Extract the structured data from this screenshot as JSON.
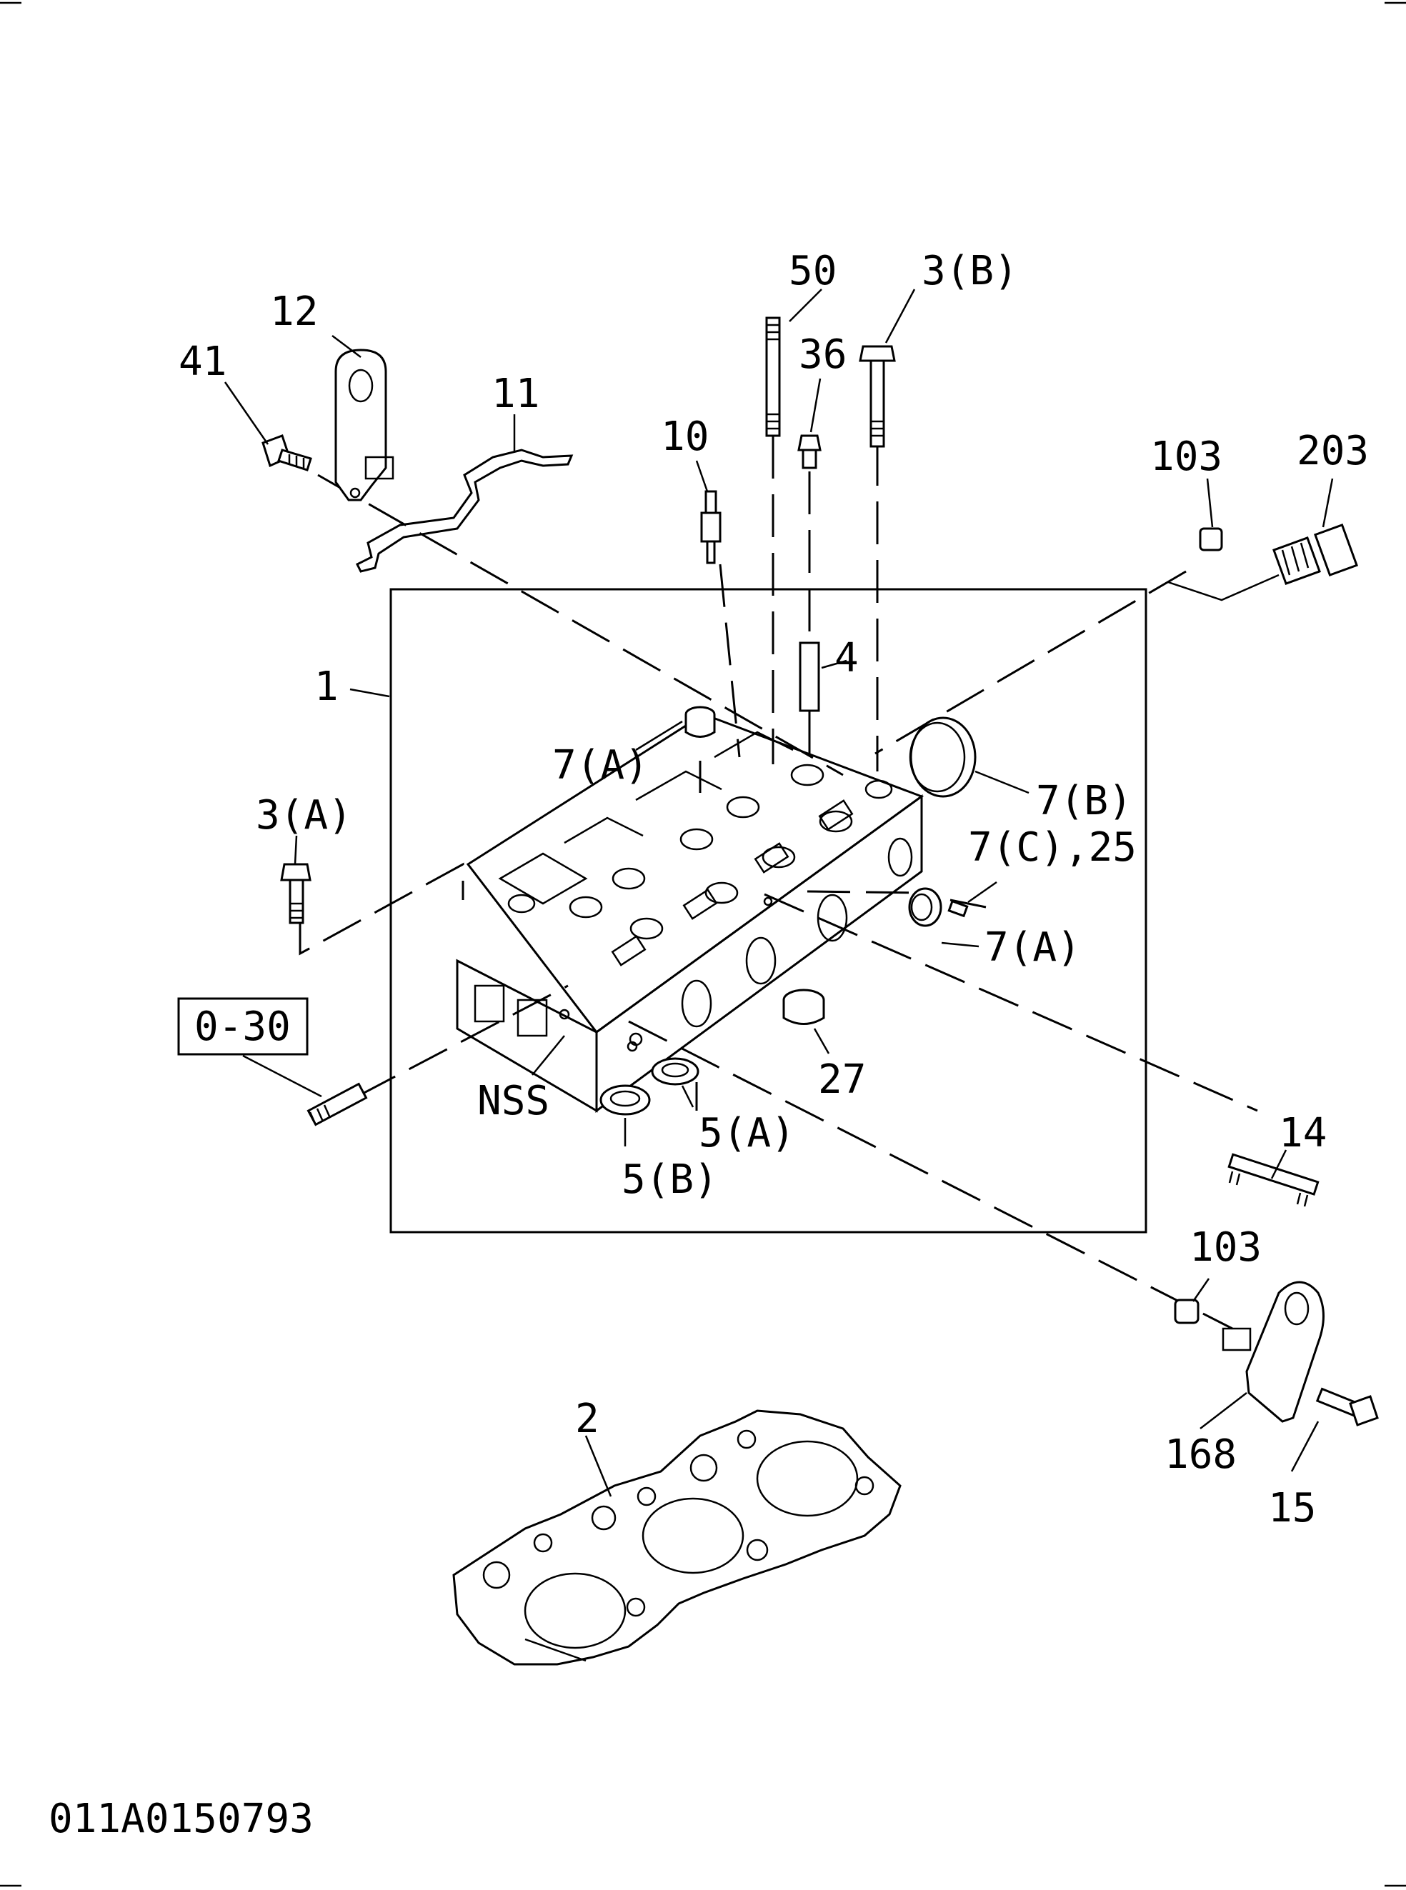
{
  "drawing": {
    "drawing_number": "011A0150793",
    "reference_box_label": "0-30",
    "callouts": {
      "p50": "50",
      "p3b": "3(B)",
      "p36": "36",
      "p12": "12",
      "p41": "41",
      "p11": "11",
      "p10": "10",
      "p103_top": "103",
      "p203": "203",
      "p4": "4",
      "p1": "1",
      "p7a_top": "7(A)",
      "p7b": "7(B)",
      "p3a": "3(A)",
      "p7c25": "7(C),25",
      "p7a_side": "7(A)",
      "p27": "27",
      "pnss": "NSS",
      "p5a": "5(A)",
      "p5b": "5(B)",
      "p14": "14",
      "p103_bottom": "103",
      "p2": "2",
      "p168": "168",
      "p15": "15"
    }
  }
}
